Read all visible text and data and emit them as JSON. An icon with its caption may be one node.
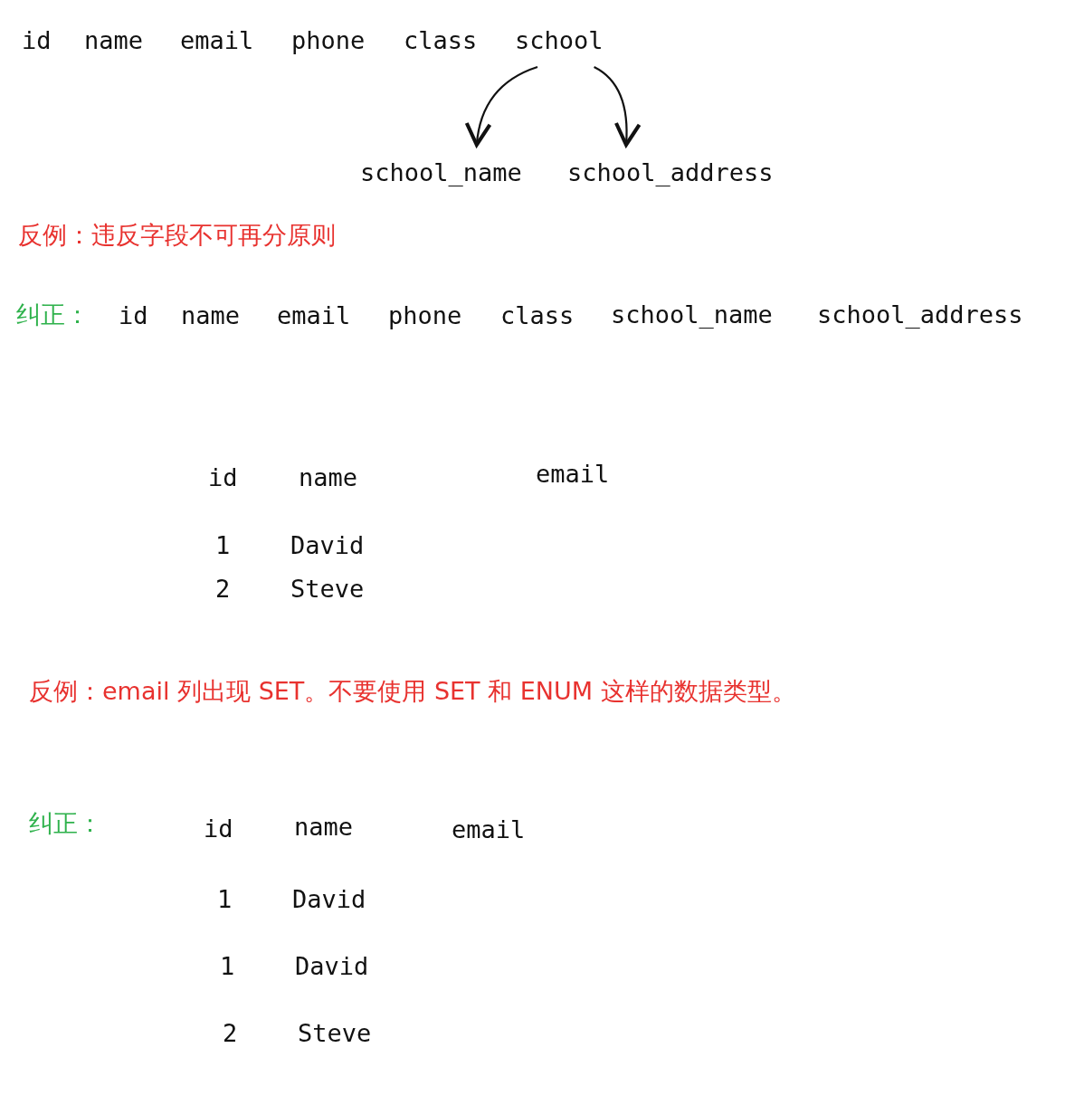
{
  "diagram": {
    "nodes": [
      {
        "text": [
          "school"
        ]
      },
      {
        "text": [
          "school_name"
        ]
      },
      {
        "text": [
          "school_address"
        ]
      }
    ],
    "edges": [
      {
        "from": 0,
        "to": 1,
        "arrow": "to"
      },
      {
        "from": 0,
        "to": 2,
        "arrow": "to"
      }
    ],
    "labels": [
      "id",
      "name",
      "email",
      "phone",
      "class",
      "反例：违反字段不可再分原则",
      "纠正：",
      "id",
      "name",
      "email",
      "phone",
      "class",
      "school_name",
      "school_address",
      "id",
      "name",
      "email",
      "1",
      "David",
      "2",
      "Steve",
      "反例：email 列出现 SET。不要使用 SET 和 ENUM 这样的数据类型。",
      "纠正：",
      "id",
      "name",
      "email",
      "1",
      "David",
      "1",
      "David",
      "2",
      "Steve"
    ]
  }
}
